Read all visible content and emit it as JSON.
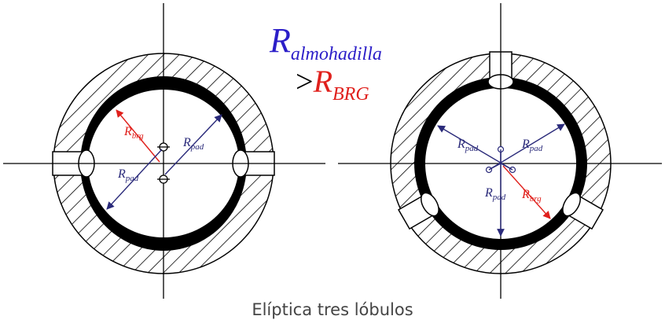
{
  "title": {
    "line1_main": "R",
    "line1_sub": "almohadilla",
    "line2_prefix": ">",
    "line2_main": "R",
    "line2_sub": "BRG"
  },
  "left_figure": {
    "label_rbrg_main": "R",
    "label_rbrg_sub": "brg",
    "label_rpad_upper_main": "R",
    "label_rpad_upper_sub": "pad",
    "label_rpad_lower_main": "R",
    "label_rpad_lower_sub": "pad"
  },
  "right_figure": {
    "label_rpad_left_main": "R",
    "label_rpad_left_sub": "pad",
    "label_rpad_right_main": "R",
    "label_rpad_right_sub": "pad",
    "label_rpad_bottom_main": "R",
    "label_rpad_bottom_sub": "pad",
    "label_rbrg_main": "R",
    "label_rbrg_sub": "brg"
  },
  "caption": "Elíptica tres lóbulos",
  "colors": {
    "blue": "#2b1ec8",
    "red": "#e0201c",
    "navy": "#2a2a7a",
    "black": "#000000"
  }
}
